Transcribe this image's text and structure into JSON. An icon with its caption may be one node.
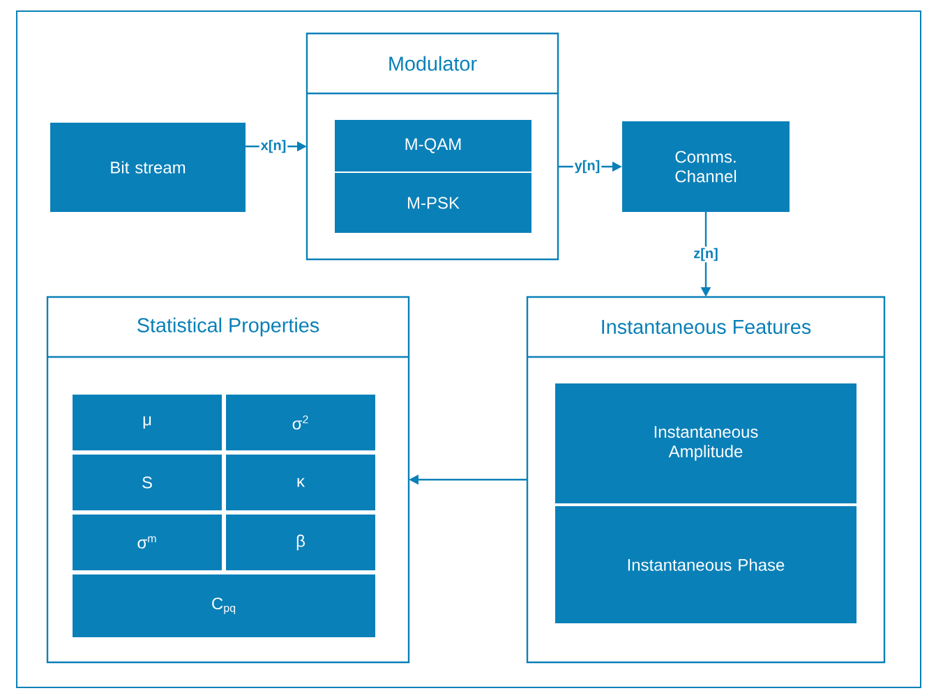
{
  "diagram": {
    "nodes": [
      {
        "text": [
          "Bit stream"
        ]
      },
      {
        "text": [
          "Modulator"
        ]
      },
      {
        "text": [
          "M-QAM"
        ],
        "in": 1
      },
      {
        "text": [
          "M-PSK"
        ],
        "in": 1
      },
      {
        "text": [
          "Comms. Channel"
        ]
      },
      {
        "text": [
          "Instantaneous Features"
        ]
      },
      {
        "text": [
          "Instantaneous Amplitude"
        ],
        "in": 5
      },
      {
        "text": [
          "Instantaneous Phase"
        ],
        "in": 5
      },
      {
        "text": [
          "Statistical Properties"
        ]
      },
      {
        "text": [
          "μ"
        ],
        "in": 8
      },
      {
        "text": [
          "σ$^{2}$"
        ],
        "in": 8
      },
      {
        "text": [
          "S"
        ],
        "in": 8
      },
      {
        "text": [
          "κ"
        ],
        "in": 8
      },
      {
        "text": [
          "σ$^{m}$"
        ],
        "in": 8
      },
      {
        "text": [
          "β"
        ],
        "in": 8
      },
      {
        "text": [
          "C$_{pq}$"
        ],
        "in": 8
      }
    ],
    "edges": [
      {
        "from": 0,
        "to": 1,
        "arrow": "to",
        "label": "x[n]"
      },
      {
        "from": 1,
        "to": 4,
        "arrow": "to",
        "label": "y[n]"
      },
      {
        "from": 4,
        "to": 5,
        "arrow": "to",
        "label": "z[n]"
      },
      {
        "from": 5,
        "to": 8,
        "arrow": "to"
      }
    ]
  }
}
